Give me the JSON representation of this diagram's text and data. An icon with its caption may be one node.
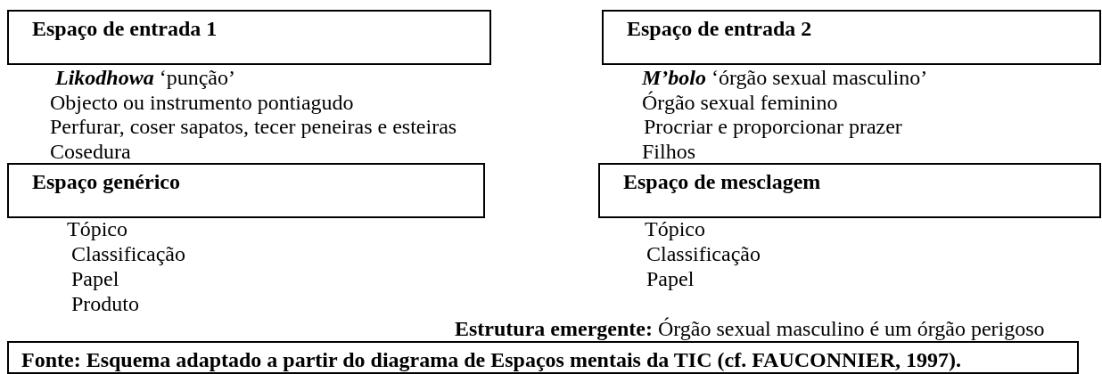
{
  "diagram": {
    "nodes": [
      {
        "text": [
          "Espaço de entrada 1"
        ],
        "beside": [
          "**Likodhowa** ‘punção’",
          "Objecto ou instrumento pontiagudo",
          "Perfurar, coser sapatos, tecer peneiras e esteiras",
          "Cosedura"
        ]
      },
      {
        "text": [
          "Espaço de entrada 2"
        ],
        "beside": [
          "**M’bolo** ‘órgão sexual masculino’",
          "Órgão sexual feminino",
          "Procriar e proporcionar prazer",
          "Filhos"
        ]
      },
      {
        "text": [
          "Espaço genérico"
        ],
        "beside": [
          "Tópico",
          "Classificação",
          "Papel",
          "Produto"
        ]
      },
      {
        "text": [
          "Espaço de mesclagem"
        ],
        "beside": [
          "Tópico",
          "Classificação",
          "Papel"
        ]
      },
      {
        "text": [
          "Fonte: Esquema adaptado a partir do diagrama de Espaços mentais da TIC (cf. FAUCONNIER, 1997)."
        ]
      }
    ],
    "labels": [
      "**Estrutura emergente:** Órgão sexual masculino é um órgão perigoso"
    ]
  }
}
